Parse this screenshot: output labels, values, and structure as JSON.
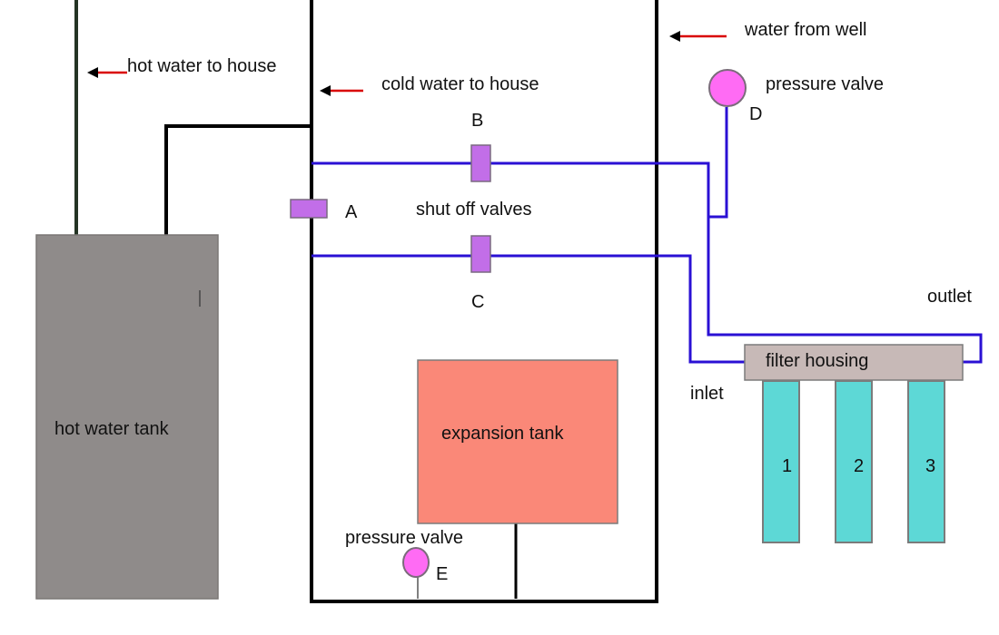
{
  "labels": {
    "hot_water_to_house": "hot water to house",
    "cold_water_to_house": "cold water to house",
    "water_from_well": "water from well",
    "pressure_valve_top": "pressure valve",
    "pressure_valve_bottom": "pressure valve",
    "shut_off_valves": "shut off valves",
    "valve_a": "A",
    "valve_b": "B",
    "valve_c": "C",
    "valve_d": "D",
    "valve_e": "E",
    "outlet": "outlet",
    "inlet": "inlet",
    "filter_housing": "filter housing",
    "hot_water_tank": "hot water tank",
    "expansion_tank": "expansion tank",
    "filter_1": "1",
    "filter_2": "2",
    "filter_3": "3"
  },
  "colors": {
    "hot_water_tank": "#8f8b8a",
    "expansion_tank": "#fa8878",
    "filter_housing": "#c7b9b7",
    "filter_cartridge": "#5dd8d6",
    "shutoff_valve": "#c26ee8",
    "pressure_gauge": "#ff6bf4",
    "water_pipe": "#2a10d4",
    "house_pipe": "#000000",
    "hot_pipe": "#243424",
    "flow_arrow": "#d90000"
  },
  "icons": {
    "flow_arrows": "arrow-left-icon",
    "pressure_gauges": "pressure-gauge-icon"
  }
}
